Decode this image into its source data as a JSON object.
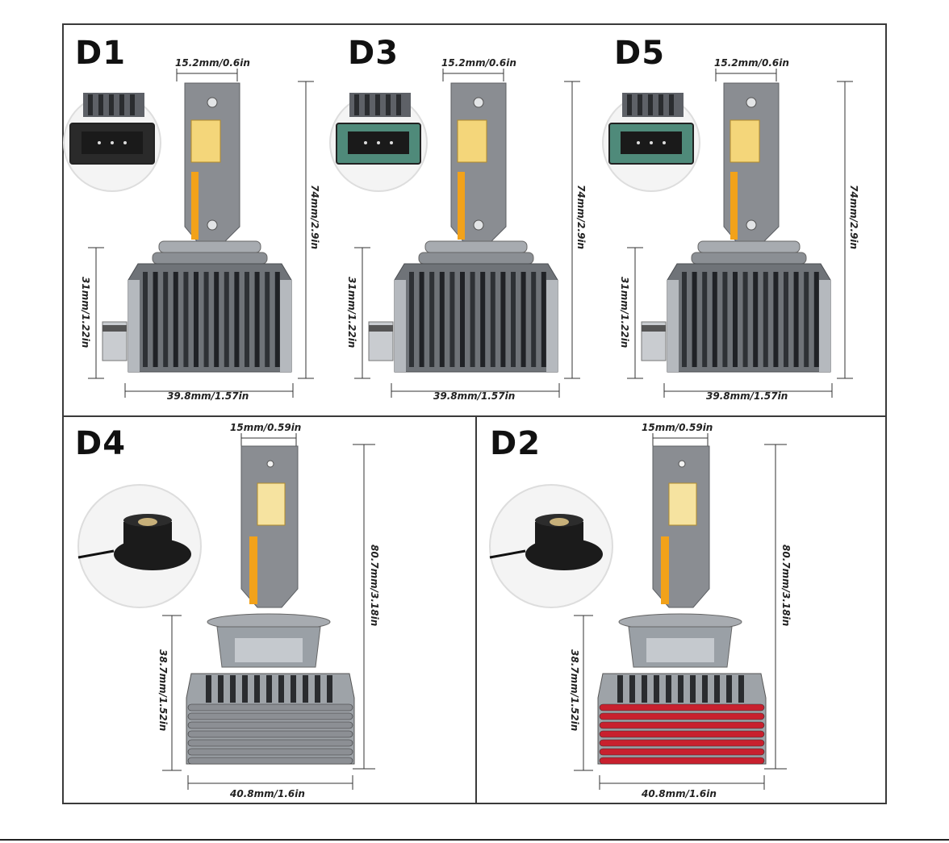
{
  "panels": {
    "d1": {
      "title": "D1",
      "top_width": "15.2mm/0.6in",
      "total_height": "74mm/2.9in",
      "base_height": "31mm/1.22in",
      "base_width": "39.8mm/1.57in",
      "connector_color": "#2a2a2a"
    },
    "d3": {
      "title": "D3",
      "top_width": "15.2mm/0.6in",
      "total_height": "74mm/2.9in",
      "base_height": "31mm/1.22in",
      "base_width": "39.8mm/1.57in",
      "connector_color": "#4f8a7a"
    },
    "d5": {
      "title": "D5",
      "top_width": "15.2mm/0.6in",
      "total_height": "74mm/2.9in",
      "base_height": "31mm/1.22in",
      "base_width": "39.8mm/1.57in",
      "connector_color": "#4f8a7a"
    },
    "d4": {
      "title": "D4",
      "top_width": "15mm/0.59in",
      "total_height": "80.7mm/3.18in",
      "base_height": "38.7mm/1.52in",
      "base_width": "40.8mm/1.6in",
      "fin_color": "#8c8f94"
    },
    "d2": {
      "title": "D2",
      "top_width": "15mm/0.59in",
      "total_height": "80.7mm/3.18in",
      "base_height": "38.7mm/1.52in",
      "base_width": "40.8mm/1.6in",
      "fin_color": "#c8202e"
    }
  }
}
